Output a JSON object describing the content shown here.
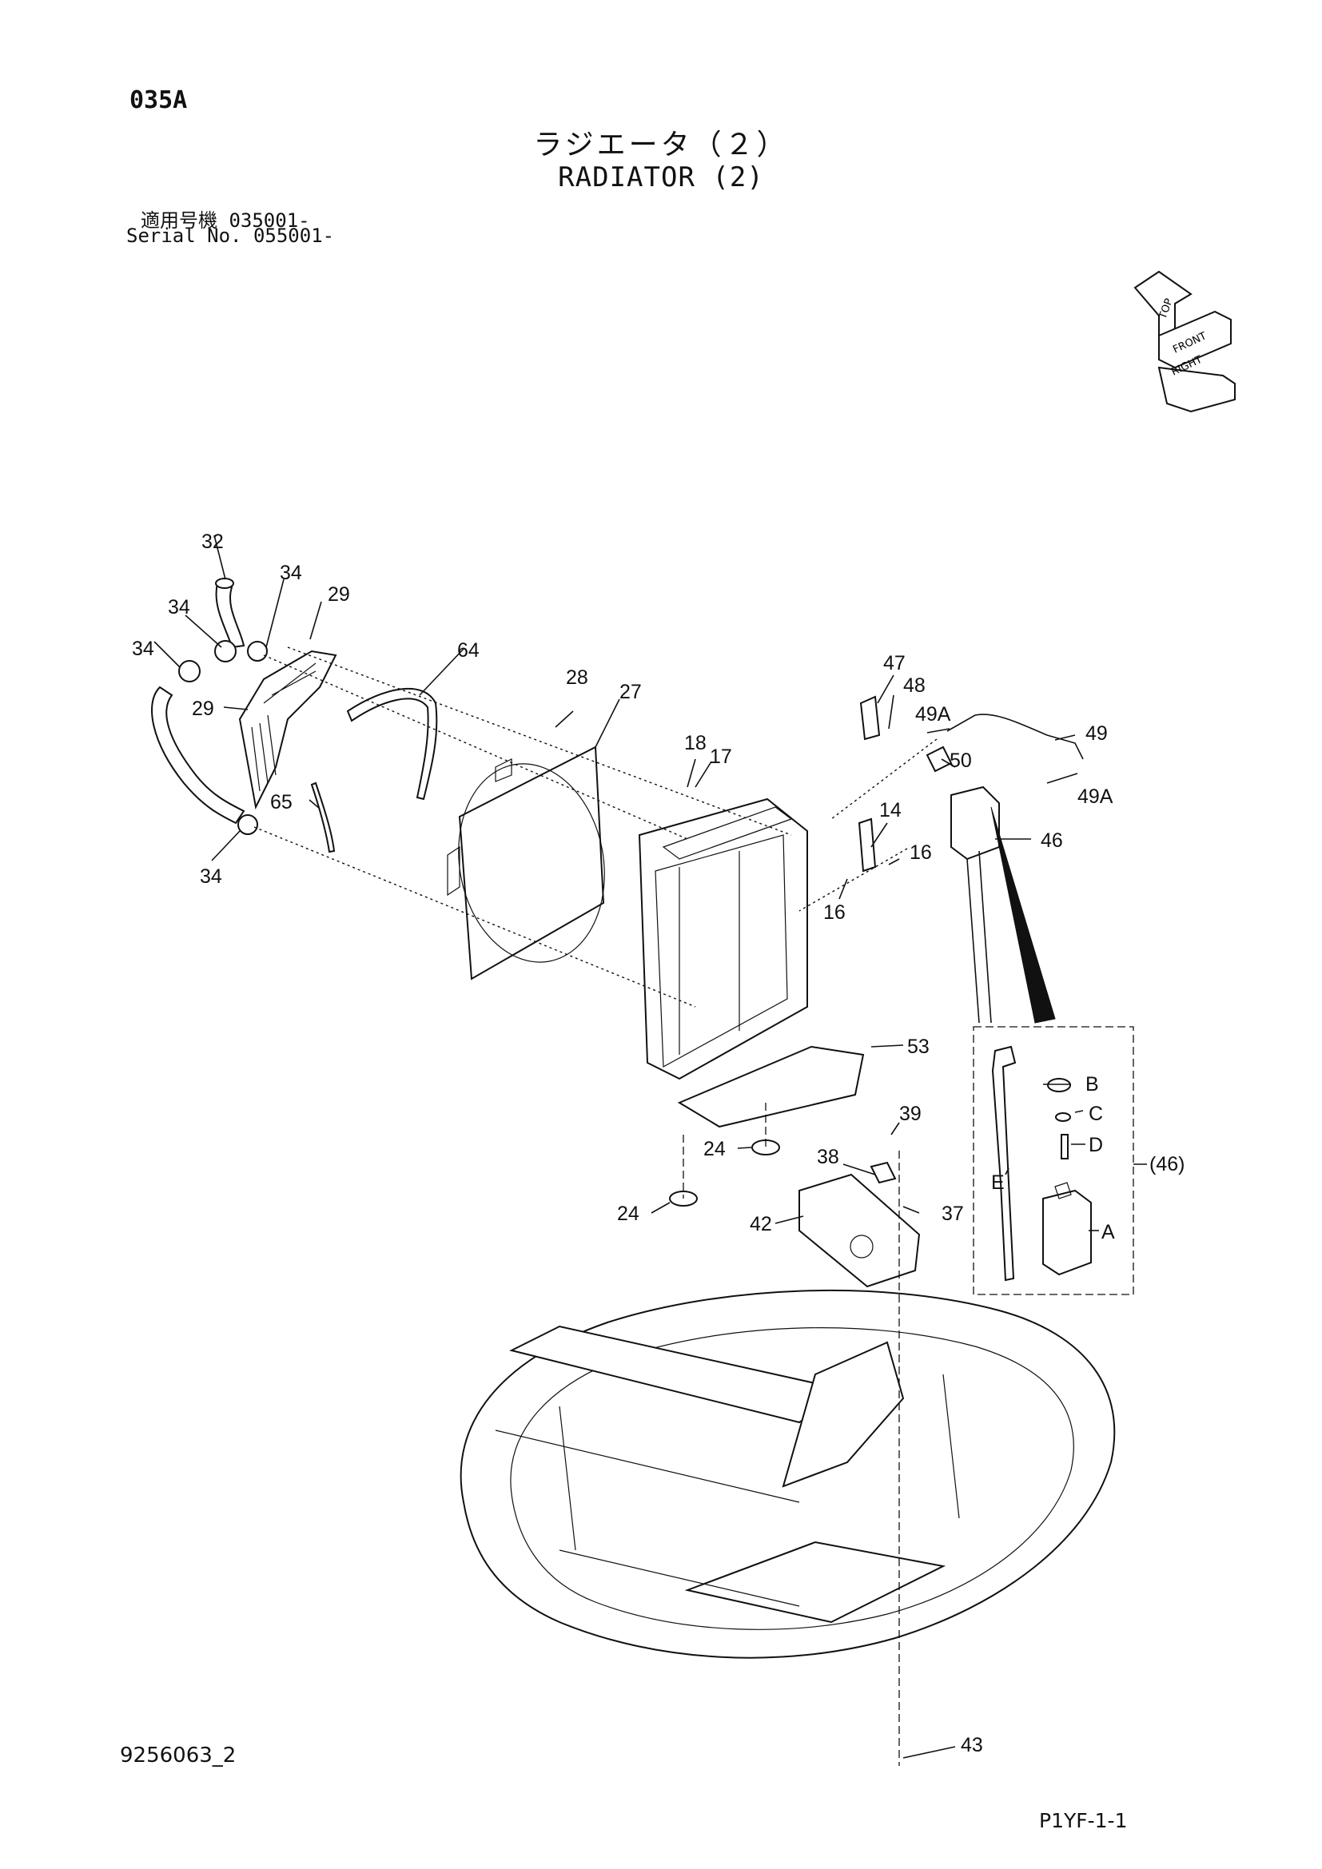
{
  "header": {
    "page_code": "035A",
    "title_jp": "ラジエータ（２）",
    "title_en": "RADIATOR (2)",
    "serial_jp": "適用号機  035001-",
    "serial_en": "Serial No. 055001-"
  },
  "orientation_icon": {
    "labels": [
      "TOP",
      "FRONT",
      "RIGHT"
    ]
  },
  "callouts": [
    "32",
    "34",
    "34",
    "34",
    "34",
    "29",
    "29",
    "64",
    "28",
    "27",
    "18",
    "17",
    "65",
    "47",
    "48",
    "49A",
    "49",
    "50",
    "49A",
    "46",
    "14",
    "16",
    "16",
    "53",
    "39",
    "38",
    "37",
    "24",
    "24",
    "42",
    "43"
  ],
  "detail": {
    "ref": "(46)",
    "letters": [
      "B",
      "C",
      "D",
      "E",
      "A"
    ]
  },
  "footer": {
    "doc_number": "9256063_2",
    "page_ref": "P1YF-1-1"
  }
}
